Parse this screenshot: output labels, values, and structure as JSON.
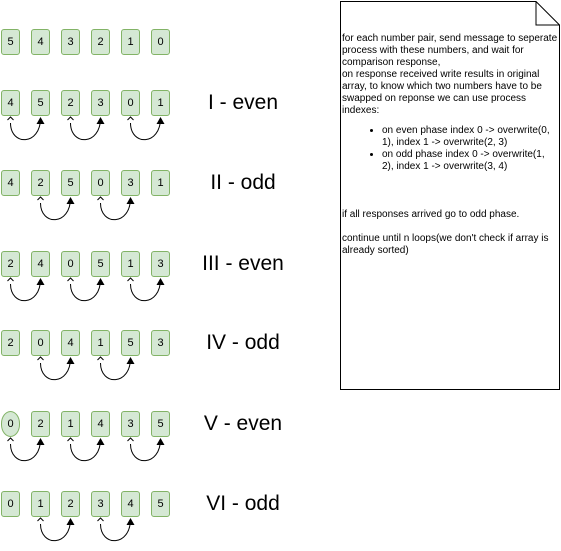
{
  "rows": [
    {
      "values": [
        "5",
        "4",
        "3",
        "2",
        "1",
        "0"
      ],
      "phase": "",
      "pairs": []
    },
    {
      "values": [
        "4",
        "5",
        "2",
        "3",
        "0",
        "1"
      ],
      "phase": "I - even",
      "pairs": [
        [
          0,
          1
        ],
        [
          2,
          3
        ],
        [
          4,
          5
        ]
      ]
    },
    {
      "values": [
        "4",
        "2",
        "5",
        "0",
        "3",
        "1"
      ],
      "phase": "II - odd",
      "pairs": [
        [
          1,
          2
        ],
        [
          3,
          4
        ]
      ]
    },
    {
      "values": [
        "2",
        "4",
        "0",
        "5",
        "1",
        "3"
      ],
      "phase": "III - even",
      "pairs": [
        [
          0,
          1
        ],
        [
          2,
          3
        ],
        [
          4,
          5
        ]
      ]
    },
    {
      "values": [
        "2",
        "0",
        "4",
        "1",
        "5",
        "3"
      ],
      "phase": "IV - odd",
      "pairs": [
        [
          1,
          2
        ],
        [
          3,
          4
        ]
      ]
    },
    {
      "values": [
        "0",
        "2",
        "1",
        "4",
        "3",
        "5"
      ],
      "phase": "V - even",
      "pairs": [
        [
          0,
          1
        ],
        [
          2,
          3
        ],
        [
          4,
          5
        ]
      ]
    },
    {
      "values": [
        "0",
        "1",
        "2",
        "3",
        "4",
        "5"
      ],
      "phase": "VI - odd",
      "pairs": [
        [
          1,
          2
        ],
        [
          3,
          4
        ]
      ]
    }
  ],
  "note": {
    "intro": "for each number pair, send message to seperate process with these numbers, and wait for comparison response,",
    "response": "on response received write results in original array, to know which two numbers have to be swapped on reponse we can use process indexes:",
    "bullets": [
      "on even phase index 0 -> overwrite(0, 1), index 1 -> overwrite(2, 3)",
      "on odd phase index 0 -> overwrite(1, 2), index 1 -> overwrite(3, 4)"
    ],
    "all_responses": "if all responses arrived go to odd phase.",
    "continue": "continue until n loops(we don't check if array is already sorted)"
  }
}
